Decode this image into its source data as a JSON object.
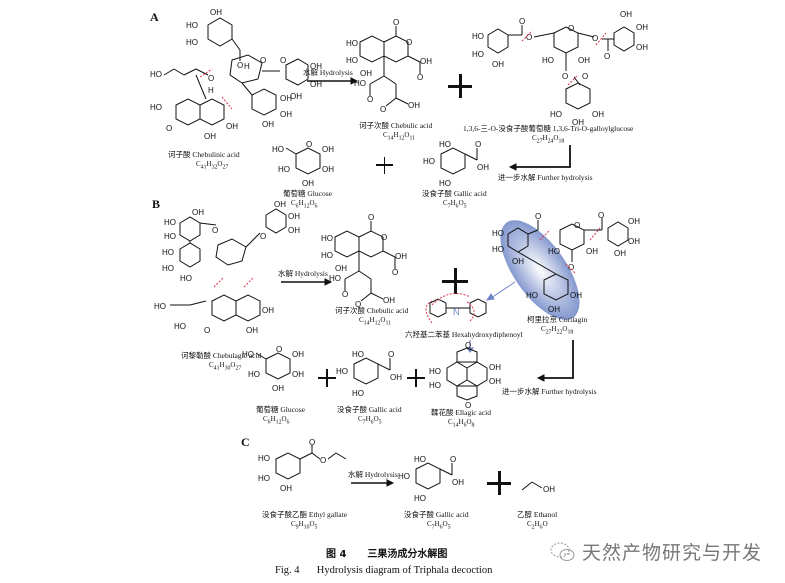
{
  "figure": {
    "number_cn": "图 4",
    "title_cn": "三果汤成分水解图",
    "number_en": "Fig. 4",
    "title_en": "Hydrolysis diagram of Triphala decoction"
  },
  "watermark": "天然产物研究与开发",
  "panels": {
    "A": {
      "letter": "A",
      "arrow_label": "水解 Hydrolysis",
      "further_label": "进一步水解 Further hydrolysis",
      "compounds": {
        "chebulinic": {
          "name": "诃子酸 Chebulinic acid",
          "formula": "C41H32O27"
        },
        "chebulic": {
          "name": "诃子次酸 Chebulic acid",
          "formula": "C14H12O11"
        },
        "trigalloyl": {
          "name": "1,3,6-三-O-没食子酸葡萄糖 1,3,6-Tri-O-galloylglucose",
          "formula": "C27H24O18"
        },
        "glucose": {
          "name": "葡萄糖 Glucose",
          "formula": "C6H12O6"
        },
        "gallic": {
          "name": "没食子酸 Gallic acid",
          "formula": "C7H6O5"
        }
      }
    },
    "B": {
      "letter": "B",
      "arrow_label": "水解 Hydrolysis",
      "further_label": "进一步水解 Further hydrolysis",
      "compounds": {
        "chebulagic": {
          "name": "诃黎勒酸 Chebulagic acid",
          "formula": "C41H30O27"
        },
        "chebulic": {
          "name": "诃子次酸 Chebulic acid",
          "formula": "C14H12O11"
        },
        "hhdp": {
          "name": "六羟基二苯基 Hexahydroxydiphenoyl"
        },
        "corilagin": {
          "name": "柯里拉京 Corilagin",
          "formula": "C27H22O18"
        },
        "glucose": {
          "name": "葡萄糖 Glucose",
          "formula": "C6H12O6"
        },
        "gallic": {
          "name": "没食子酸 Gallic acid",
          "formula": "C7H6O5"
        },
        "ellagic": {
          "name": "鞣花酸 Ellagic acid",
          "formula": "C14H6O8"
        }
      }
    },
    "C": {
      "letter": "C",
      "arrow_label": "水解 Hydrolysis",
      "compounds": {
        "ethyl_gallate": {
          "name": "没食子酸乙酯 Ethyl gallate",
          "formula": "C9H10O5"
        },
        "gallic": {
          "name": "没食子酸 Gallic acid",
          "formula": "C7H6O5"
        },
        "ethanol": {
          "name": "乙醇 Ethanol",
          "formula": "C2H6O"
        }
      }
    }
  },
  "atom_labels": {
    "OH": "OH",
    "HO": "HO",
    "O": "O",
    "H": "H"
  },
  "colors": {
    "cleavage": "#e0304a",
    "highlight": "#6f86c6",
    "ink": "#111111"
  }
}
